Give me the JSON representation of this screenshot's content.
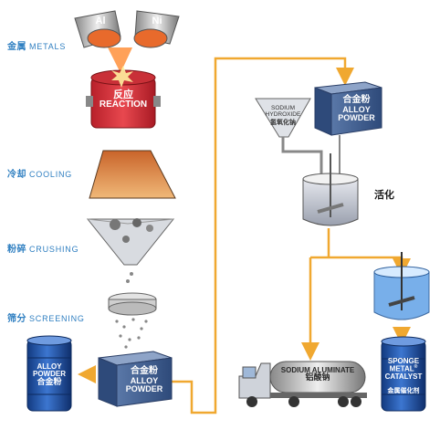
{
  "steps": {
    "metals": {
      "zh": "金属",
      "en": "METALS"
    },
    "cooling": {
      "zh": "冷却",
      "en": "COOLING"
    },
    "crushing": {
      "zh": "粉碎",
      "en": "CRUSHING"
    },
    "screening": {
      "zh": "筛分",
      "en": "SCREENING"
    }
  },
  "crucibles": {
    "left": "Al",
    "right": "Ni"
  },
  "reaction": {
    "zh": "反应",
    "en": "REACTION"
  },
  "alloy_powder_box_top": {
    "zh": "合金粉",
    "line1": "ALLOY",
    "line2": "POWDER"
  },
  "alloy_powder_box_bottom": {
    "zh": "合金粉",
    "line1": "ALLOY",
    "line2": "POWDER"
  },
  "drum_left": {
    "line1": "ALLOY",
    "line2": "POWDER",
    "zh": "合金粉"
  },
  "funnel": {
    "line1": "SODIUM",
    "line2": "HYDROXIDE",
    "zh": "氢氧化钠"
  },
  "activation": {
    "zh": "活化"
  },
  "truck": {
    "en": "SODIUM ALUMINATE",
    "zh": "铝酸钠"
  },
  "drum_right": {
    "line1": "SPONGE",
    "line2": "METAL",
    "line3": "CATALYST",
    "zh": "金属催化剂",
    "trademark": "®"
  },
  "colors": {
    "arrow": "#f0a830",
    "label": "#2f7fc1",
    "box": "#3b5b8c",
    "drum": "#1e4fa0"
  }
}
